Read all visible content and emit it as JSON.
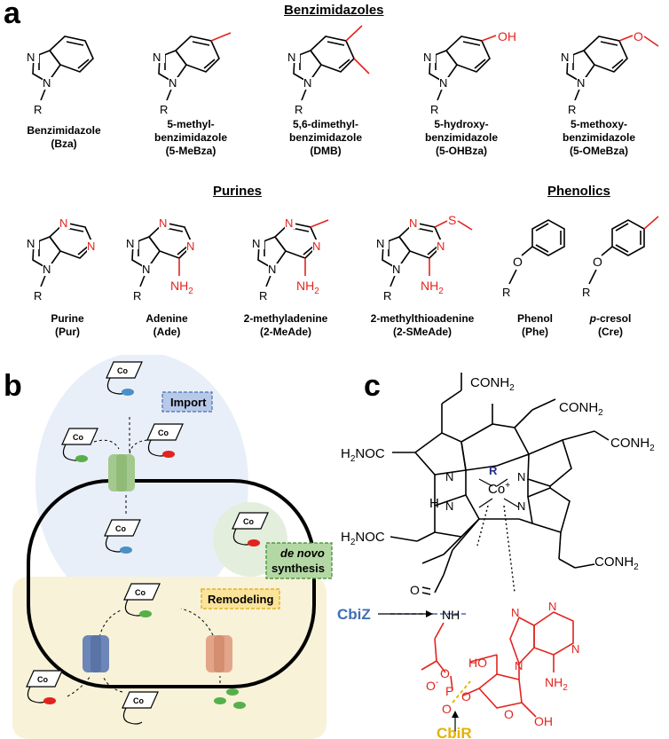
{
  "panel_a": {
    "letter": "a",
    "sections": {
      "benzimidazoles": "Benzimidazoles",
      "purines": "Purines",
      "phenolics": "Phenolics"
    },
    "compounds": [
      {
        "line1": "Benzimidazole",
        "line2": "(Bza)",
        "line3": ""
      },
      {
        "line1": "5-methyl-",
        "line2": "benzimidazole",
        "line3": "(5-MeBza)"
      },
      {
        "line1": "5,6-dimethyl-",
        "line2": "benzimidazole",
        "line3": "(DMB)"
      },
      {
        "line1": "5-hydroxy-",
        "line2": "benzimidazole",
        "line3": "(5-OHBza)"
      },
      {
        "line1": "5-methoxy-",
        "line2": "benzimidazole",
        "line3": "(5-OMeBza)"
      },
      {
        "line1": "Purine",
        "line2": "(Pur)"
      },
      {
        "line1": "Adenine",
        "line2": "(Ade)"
      },
      {
        "line1": "2-methyladenine",
        "line2": "(2-MeAde)"
      },
      {
        "line1": "2-methylthioadenine",
        "line2": "(2-SMeAde)"
      },
      {
        "line1": "Phenol",
        "line2": "(Phe)"
      },
      {
        "line1_italic": "p",
        "line1_rest": "-cresol",
        "line2": "(Cre)"
      }
    ],
    "atoms": {
      "N": "N",
      "R": "R",
      "OH": "OH",
      "O": "O",
      "S": "S",
      "NH2": "NH",
      "sub2": "2"
    }
  },
  "panel_b": {
    "letter": "b",
    "co_label": "Co",
    "labels": {
      "import": "Import",
      "de_novo_italic": "de novo",
      "synthesis": "synthesis",
      "remodeling": "Remodeling"
    },
    "colors": {
      "import_bg": "#e9eff8",
      "remodel_bg": "#f8f2d8",
      "denovo_bg": "#e3eedc",
      "import_label": "#b7c9e8",
      "denovo_label": "#b4d8a4",
      "remodel_label": "#fbe49a",
      "green_transporter": "#a3c98e",
      "blue_transporter": "#6d86b8",
      "orange_transporter": "#e3a58a"
    }
  },
  "panel_c": {
    "letter": "c",
    "labels": {
      "conh2": "CONH",
      "h2noc": "H",
      "h2noc_rest": "NOC",
      "co_center": "Co",
      "co_charge": "+",
      "R": "R",
      "H": "H",
      "cbiZ": "CbiZ",
      "cbiR": "CbiR",
      "NH": "NH",
      "O": "O",
      "HO": "HO",
      "OH": "OH",
      "P": "P",
      "Ominus": "O",
      "minus": "-",
      "N": "N",
      "NH2": "NH"
    },
    "colors": {
      "cbiZ": "#3e6fb5",
      "cbiR": "#e5b100",
      "red": "#e3231e",
      "navy": "#1f2d86"
    }
  }
}
